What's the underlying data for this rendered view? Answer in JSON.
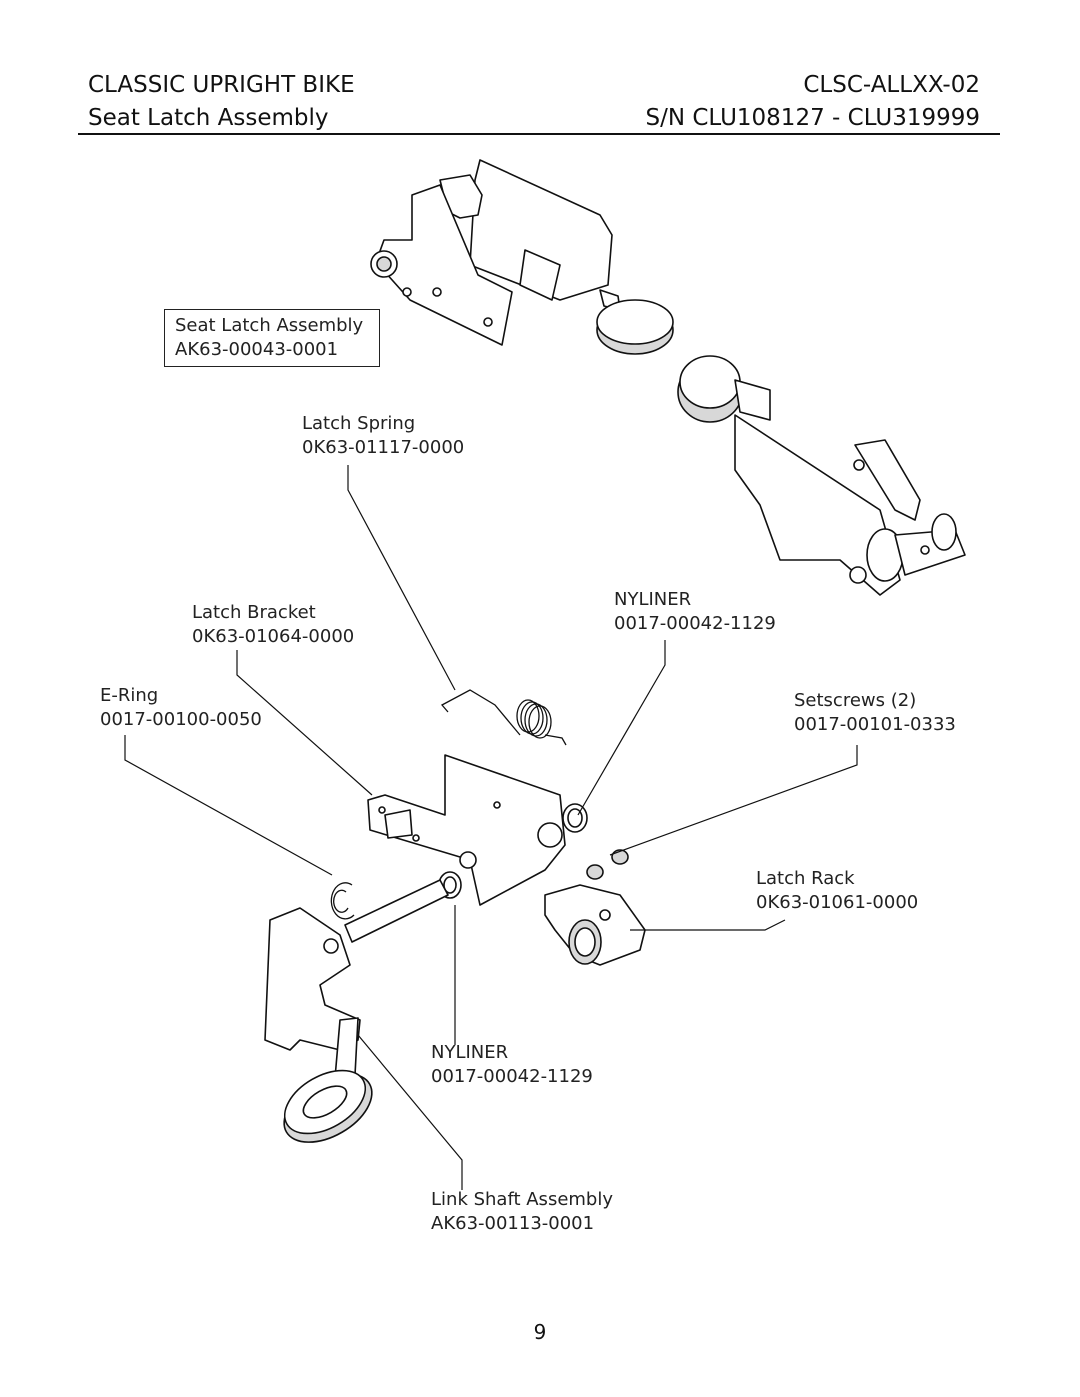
{
  "header": {
    "title": "CLASSIC UPRIGHT BIKE",
    "subtitle": "Seat Latch Assembly",
    "model": "CLSC-ALLXX-02",
    "serial_range": "S/N CLU108127 - CLU319999"
  },
  "parts": {
    "seat_latch_assembly": {
      "name": "Seat Latch Assembly",
      "number": "AK63-00043-0001"
    },
    "latch_spring": {
      "name": "Latch Spring",
      "number": "0K63-01117-0000"
    },
    "latch_bracket": {
      "name": "Latch Bracket",
      "number": "0K63-01064-0000"
    },
    "e_ring": {
      "name": "E-Ring",
      "number": "0017-00100-0050"
    },
    "nyliner_upper": {
      "name": "NYLINER",
      "number": "0017-00042-1129"
    },
    "setscrews": {
      "name": "Setscrews (2)",
      "number": "0017-00101-0333"
    },
    "latch_rack": {
      "name": "Latch Rack",
      "number": "0K63-01061-0000"
    },
    "nyliner_lower": {
      "name": "NYLINER",
      "number": "0017-00042-1129"
    },
    "link_shaft_assembly": {
      "name": "Link Shaft Assembly",
      "number": "AK63-00113-0001"
    }
  },
  "page_number": "9"
}
